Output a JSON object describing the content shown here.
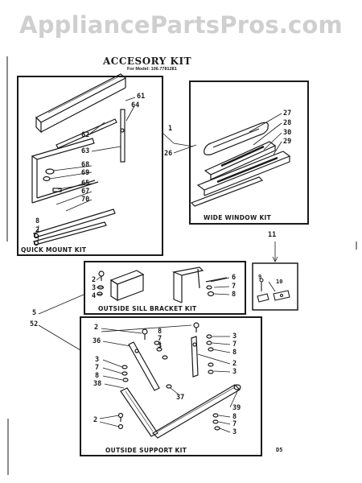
{
  "watermark": "AppliancePartsPros.com",
  "title": "ACCESORY KIT",
  "model": "For Model: 106.7781281",
  "kits": {
    "quick_mount": "QUICK MOUNT KIT",
    "wide_window": "WIDE WINDOW KIT",
    "sill_bracket": "OUTSIDE SILL BRACKET KIT",
    "support": "OUTSIDE SUPPORT KIT"
  },
  "footer_code": "D5",
  "callouts": {
    "qm": [
      "61",
      "64",
      "62",
      "63",
      "68",
      "69",
      "65",
      "67",
      "70",
      "8",
      "2"
    ],
    "main": [
      "1",
      "26"
    ],
    "ww": [
      "27",
      "28",
      "30",
      "29"
    ],
    "top_right": "11",
    "small": [
      "9",
      "10"
    ],
    "sill_left": [
      "2",
      "3",
      "4"
    ],
    "sill_right": [
      "6",
      "7",
      "8"
    ],
    "assembly": [
      "5",
      "52"
    ],
    "sup_left": [
      "2",
      "36",
      "3",
      "7",
      "8",
      "38",
      "2"
    ],
    "sup_mid": [
      "8",
      "7",
      "3",
      "37"
    ],
    "sup_right": [
      "3",
      "7",
      "8",
      "2",
      "3",
      "39",
      "8",
      "7",
      "3"
    ]
  }
}
